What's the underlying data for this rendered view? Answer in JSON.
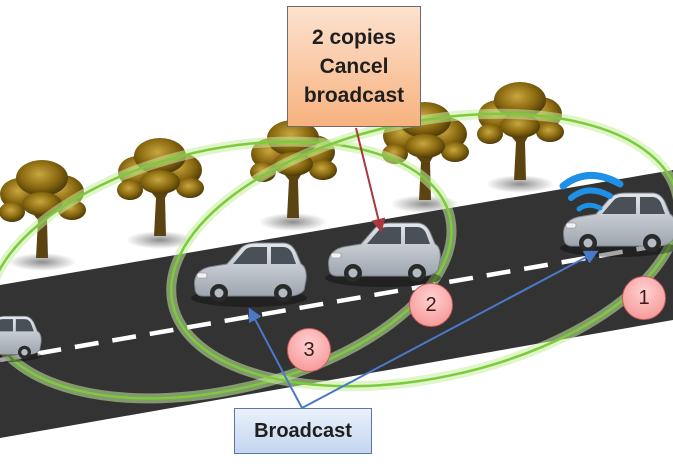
{
  "callouts": {
    "cancel": {
      "lines": [
        "2 copies",
        "Cancel",
        "broadcast"
      ]
    },
    "broadcast": {
      "label": "Broadcast"
    }
  },
  "badges": [
    "1",
    "2",
    "3"
  ],
  "colors": {
    "road": "#333333",
    "lane_marking": "#ffffff",
    "range_circle": "#8fd14f",
    "broadcast_arrow": "#4a79c7",
    "cancel_arrow": "#a8383b",
    "wifi": "#1e90e6",
    "car_body": "#c9ced6",
    "tree_foliage": "#8a6a10"
  },
  "icons": [
    "tree-icon",
    "car-icon",
    "wifi-signal-icon"
  ]
}
